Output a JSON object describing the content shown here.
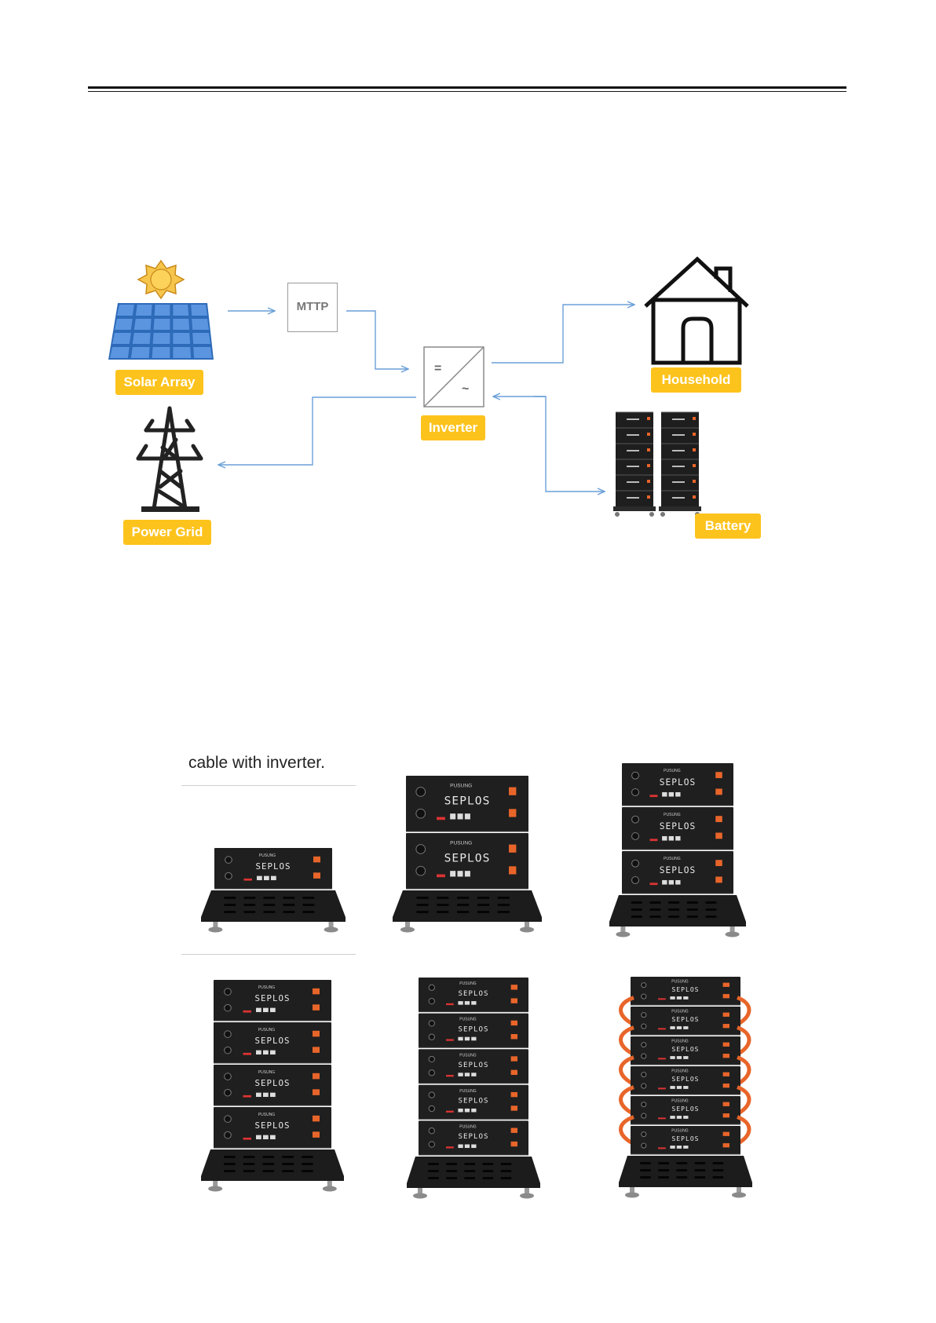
{
  "diagram": {
    "mttp_label": "MTTP",
    "inverter_symbols": {
      "dc": "=",
      "ac": "~"
    },
    "labels": {
      "solar_array": "Solar Array",
      "power_grid": "Power Grid",
      "inverter": "Inverter",
      "household": "Household",
      "battery": "Battery"
    }
  },
  "photos": {
    "caption": "cable with inverter.",
    "brand_top": "PUSUNG",
    "brand_main": "SEPLOS",
    "stacks": [
      {
        "modules": 1
      },
      {
        "modules": 2
      },
      {
        "modules": 3
      },
      {
        "modules": 4
      },
      {
        "modules": 5
      },
      {
        "modules": 6,
        "cabled": true
      }
    ]
  },
  "colors": {
    "label_bg": "#fdc31d",
    "arrow": "#6a9fd8",
    "panel_blue": "#3b76c6",
    "sun": "#f6c54c",
    "battery_body": "#1e1e1e",
    "connector_orange": "#e8652a"
  }
}
